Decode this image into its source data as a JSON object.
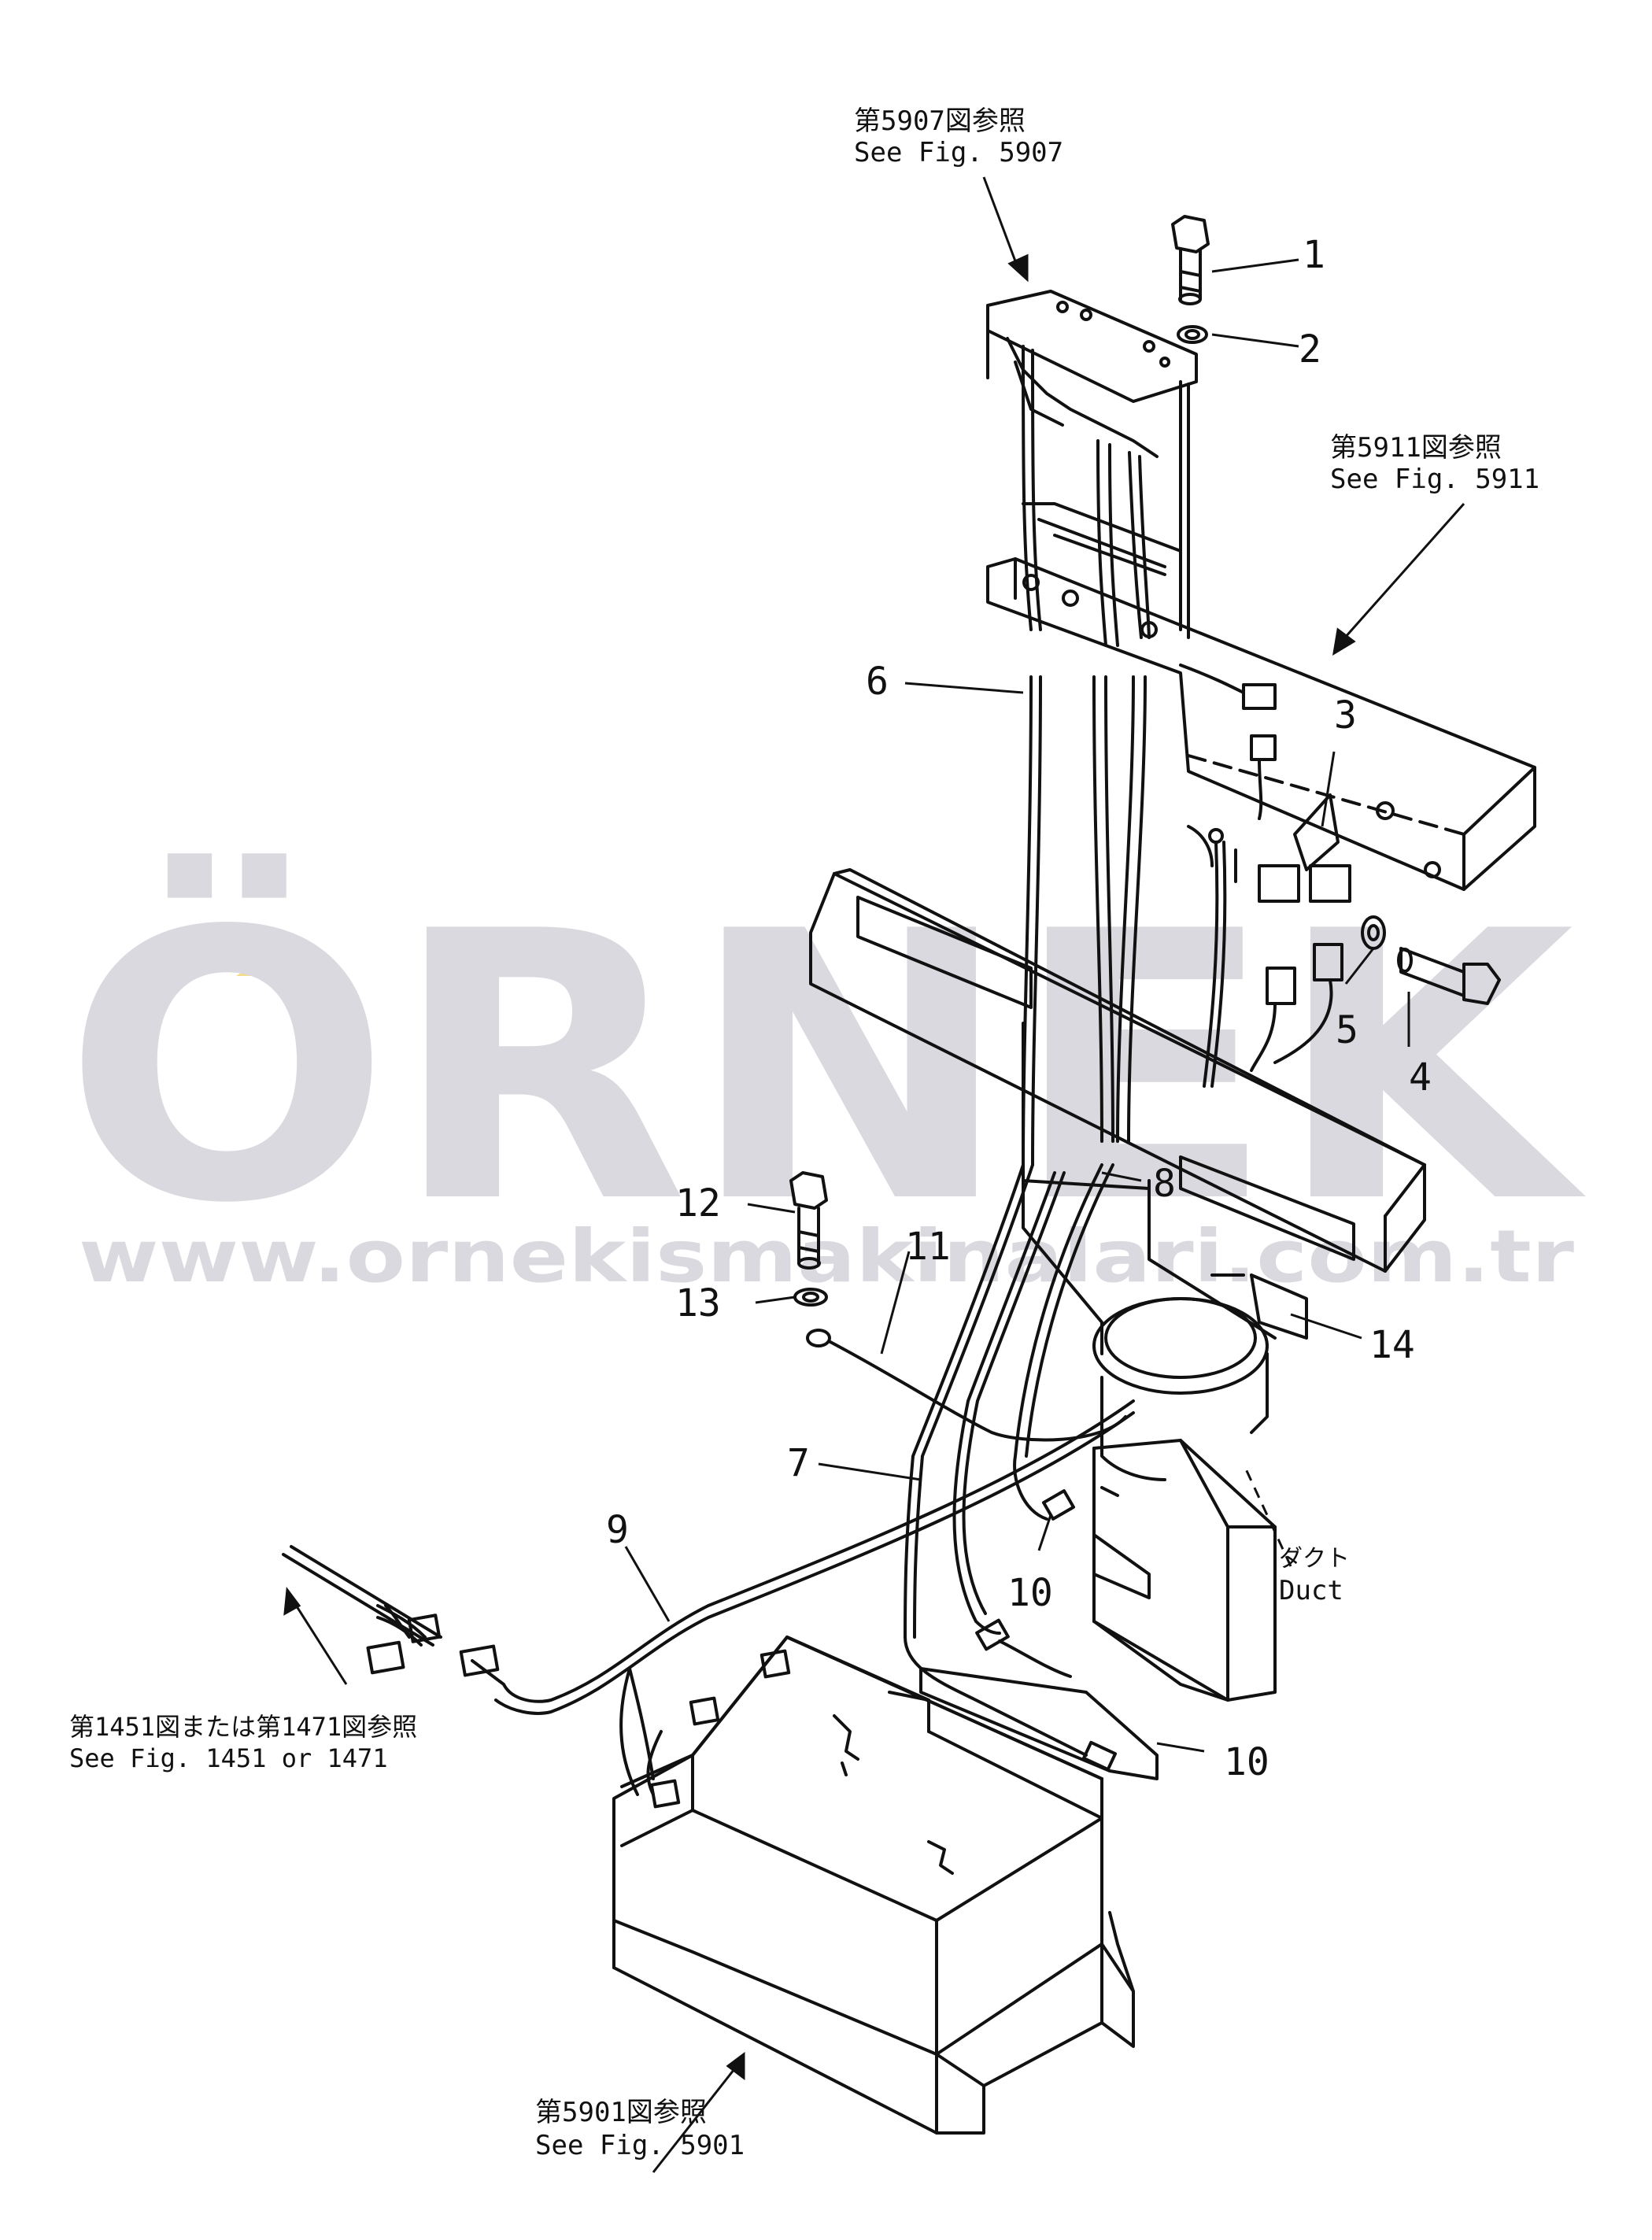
{
  "watermark": {
    "brand": "ÖRNEK",
    "url": "www.ornekismakinalari.com.tr",
    "color": "#d9d9df",
    "accent": "#f3dc8c"
  },
  "references": {
    "fig5907_jp": "第5907図参照",
    "fig5907_en": "See  Fig. 5907",
    "fig5911_jp": "第5911図参照",
    "fig5911_en": "See  Fig. 5911",
    "fig1451_jp": "第1451図または第1471図参照",
    "fig1451_en": "See  Fig. 1451  or  1471",
    "fig5901_jp": "第5901図参照",
    "fig5901_en": "See  Fig. 5901",
    "duct_jp": "ダクト",
    "duct_en": "Duct"
  },
  "callouts": {
    "c1": "1",
    "c2": "2",
    "c3": "3",
    "c4": "4",
    "c5": "5",
    "c6": "6",
    "c7": "7",
    "c8": "8",
    "c9": "9",
    "c10a": "10",
    "c10b": "10",
    "c11": "11",
    "c12": "12",
    "c13": "13",
    "c14": "14"
  },
  "colors": {
    "line": "#111111",
    "background": "#ffffff"
  }
}
